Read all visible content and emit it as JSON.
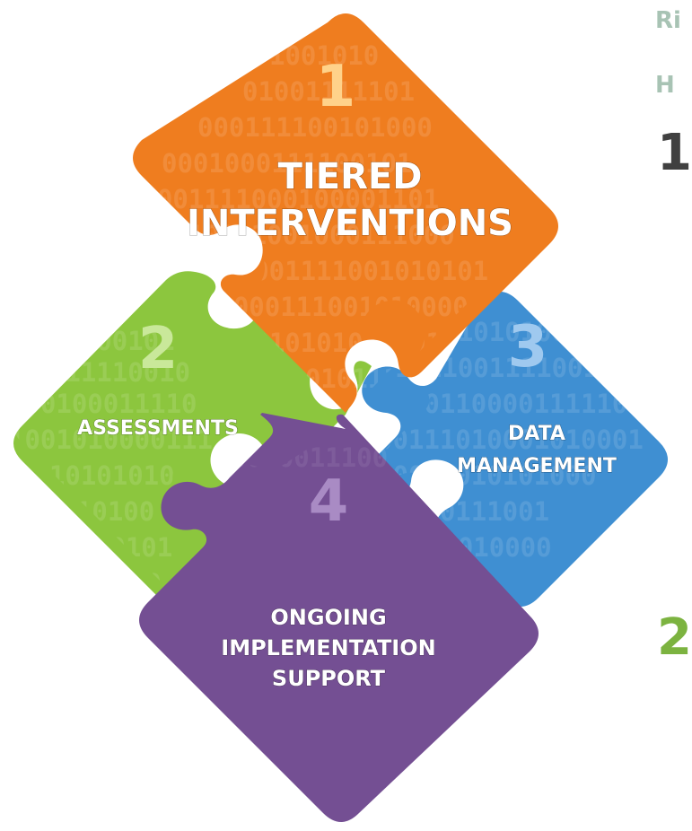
{
  "colors": {
    "tiered": "#ef7d1f",
    "assessments": "#8cc63e",
    "data": "#3f8fd2",
    "ongoing": "#744f93",
    "edge_gray": "#a8c3b4",
    "edge_dark": "#404040",
    "edge_green": "#7cb340"
  },
  "pieces": {
    "tiered": {
      "number": "1",
      "label_lines": [
        "TIERED",
        "INTERVENTIONS"
      ]
    },
    "assessments": {
      "number": "2",
      "label_lines": [
        "ASSESSMENTS"
      ]
    },
    "data": {
      "number": "3",
      "label_lines": [
        "DATA",
        "MANAGEMENT"
      ]
    },
    "ongoing": {
      "number": "4",
      "label_lines": [
        "ONGOING",
        "IMPLEMENTATION",
        "SUPPORT"
      ]
    }
  },
  "edge_text": {
    "line1": "Ri",
    "line2": "H",
    "num1": "1",
    "num2": "2"
  }
}
